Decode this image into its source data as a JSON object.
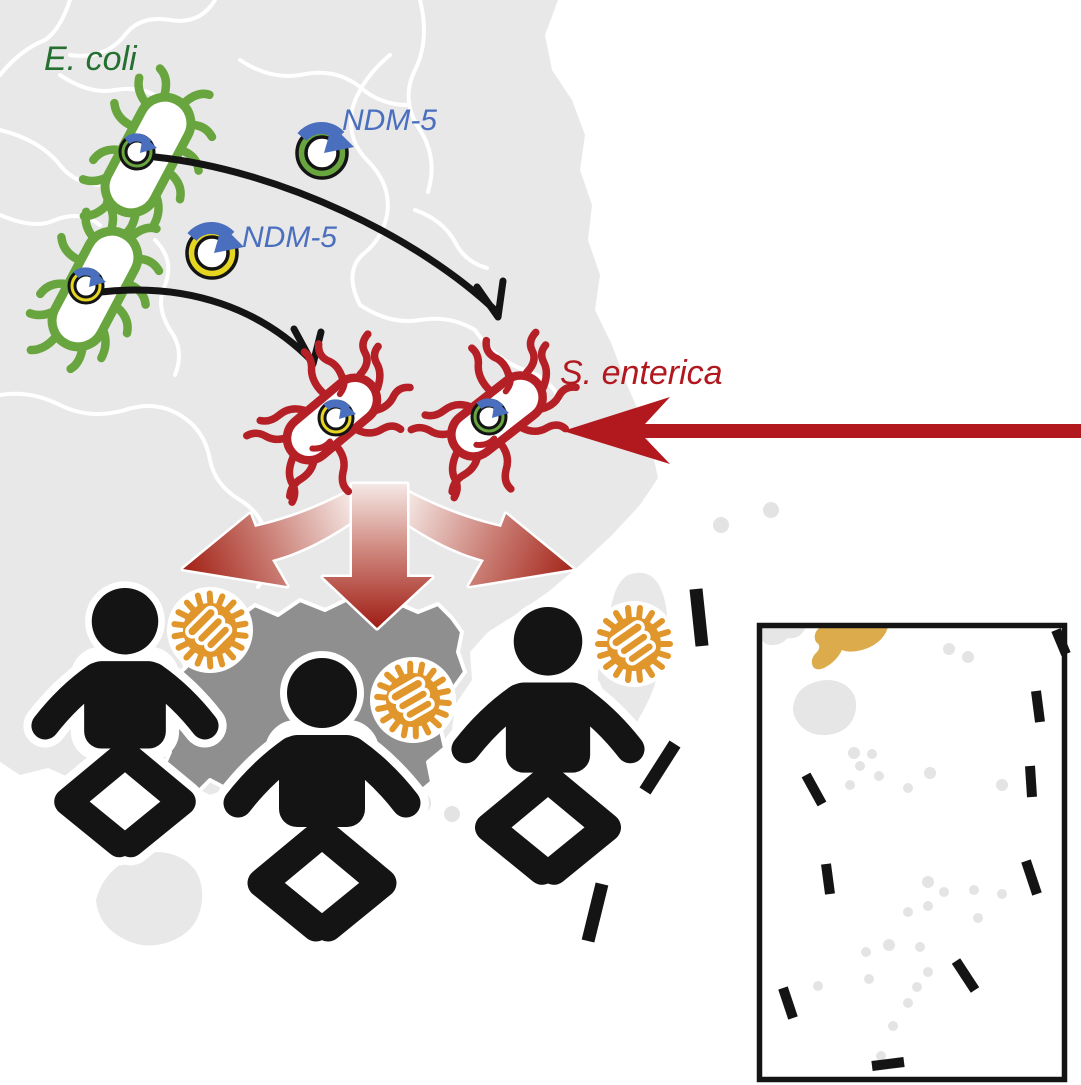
{
  "labels": {
    "e_coli": "E. coli",
    "ndm5_plasmid_top": "NDM-5",
    "ndm5_plasmid_bottom": "NDM-5",
    "s_enterica": "S. enterica"
  },
  "icons": {
    "e_coli_bacterium": "green rod-shaped bacterium with flagella and internal plasmid",
    "s_enterica_bacterium": "red rod-shaped bacterium with flagella and internal plasmid",
    "ndm5_plasmid_green": "circular plasmid ring (green band) with blue replication arrow",
    "ndm5_plasmid_yellow": "circular plasmid ring (yellow band) with blue replication arrow",
    "plasmid_transfer_arrow": "black curved arrow",
    "import_arrow": "large red arrow entering from right",
    "spread_arrows": "red gradient trident arrows fanning down",
    "infant_icon": "black baby pictogram",
    "salmonella_cell_icon": "orange spiked cell with white coiled interior",
    "china_map": "light gray province map with white borders",
    "highlighted_province": "dark gray highlighted province",
    "nine_dash_line": "black dash segments",
    "south_china_sea_inset": "boxed map inset with dashes, islands and gold coast"
  },
  "colors": {
    "ecoli_green": "#69a53e",
    "ecoli_text_green": "#256f31",
    "plasmid_blue": "#4a6fbe",
    "plasmid_yellow": "#e6d621",
    "salmonella_red": "#b42025",
    "arrow_red": "#b2191f",
    "spread_gradient_light": "#f6ebe8",
    "spread_gradient_dark": "#9e1a12",
    "cell_orange": "#e0962b",
    "map_land_gray": "#e8e8e8",
    "map_highlight_gray": "#8f8f8f",
    "inset_gold": "#dcab4b",
    "pictogram_black": "#141414"
  }
}
